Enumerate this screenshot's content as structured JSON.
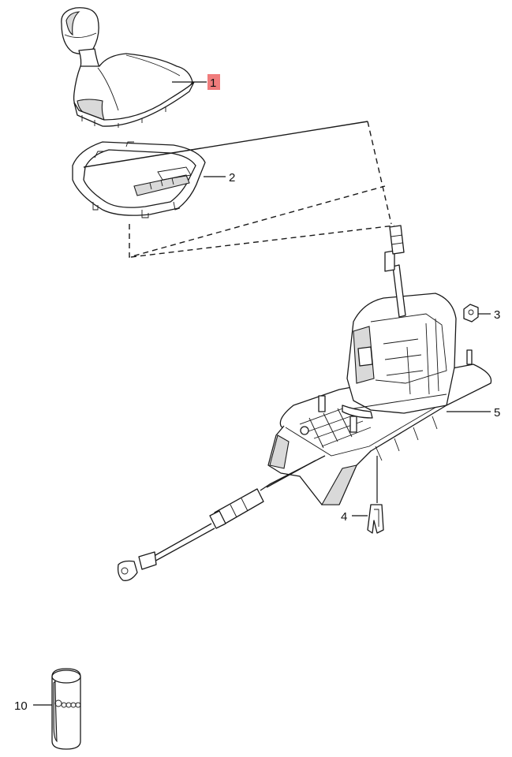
{
  "callouts": [
    {
      "id": "1",
      "label": "1",
      "highlighted": true
    },
    {
      "id": "2",
      "label": "2",
      "highlighted": false
    },
    {
      "id": "3",
      "label": "3",
      "highlighted": false
    },
    {
      "id": "4",
      "label": "4",
      "highlighted": false
    },
    {
      "id": "5",
      "label": "5",
      "highlighted": false
    },
    {
      "id": "10",
      "label": "10",
      "highlighted": false
    }
  ],
  "colors": {
    "highlight": "#f07c7c",
    "line": "#1a1a1a",
    "background": "#ffffff"
  }
}
